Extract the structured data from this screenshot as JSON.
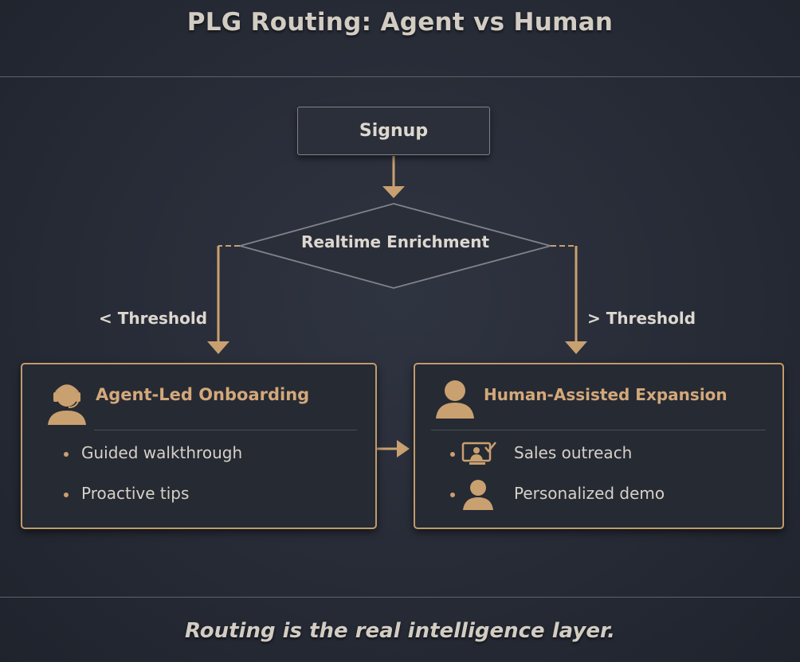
{
  "title": "PLG Routing: Agent vs Human",
  "nodes": {
    "signup": "Signup",
    "enrichment": "Realtime Enrichment"
  },
  "branches": {
    "left": "< Threshold",
    "right": "> Threshold"
  },
  "agent_card": {
    "title": "Agent-Led Onboarding",
    "icon": "headset-agent-icon",
    "bullets": [
      "Guided walkthrough",
      "Proactive tips"
    ]
  },
  "human_card": {
    "title": "Human-Assisted Expansion",
    "icon": "person-icon",
    "bullets": [
      {
        "icon": "video-call-icon",
        "label": "Sales outreach"
      },
      {
        "icon": "person-icon",
        "label": "Personalized demo"
      }
    ]
  },
  "footer": "Routing is the real intelligence layer.",
  "colors": {
    "accent": "#c9a070",
    "text": "#d6d1c8",
    "background": "#2a2e38",
    "box_border": "#80838b"
  }
}
